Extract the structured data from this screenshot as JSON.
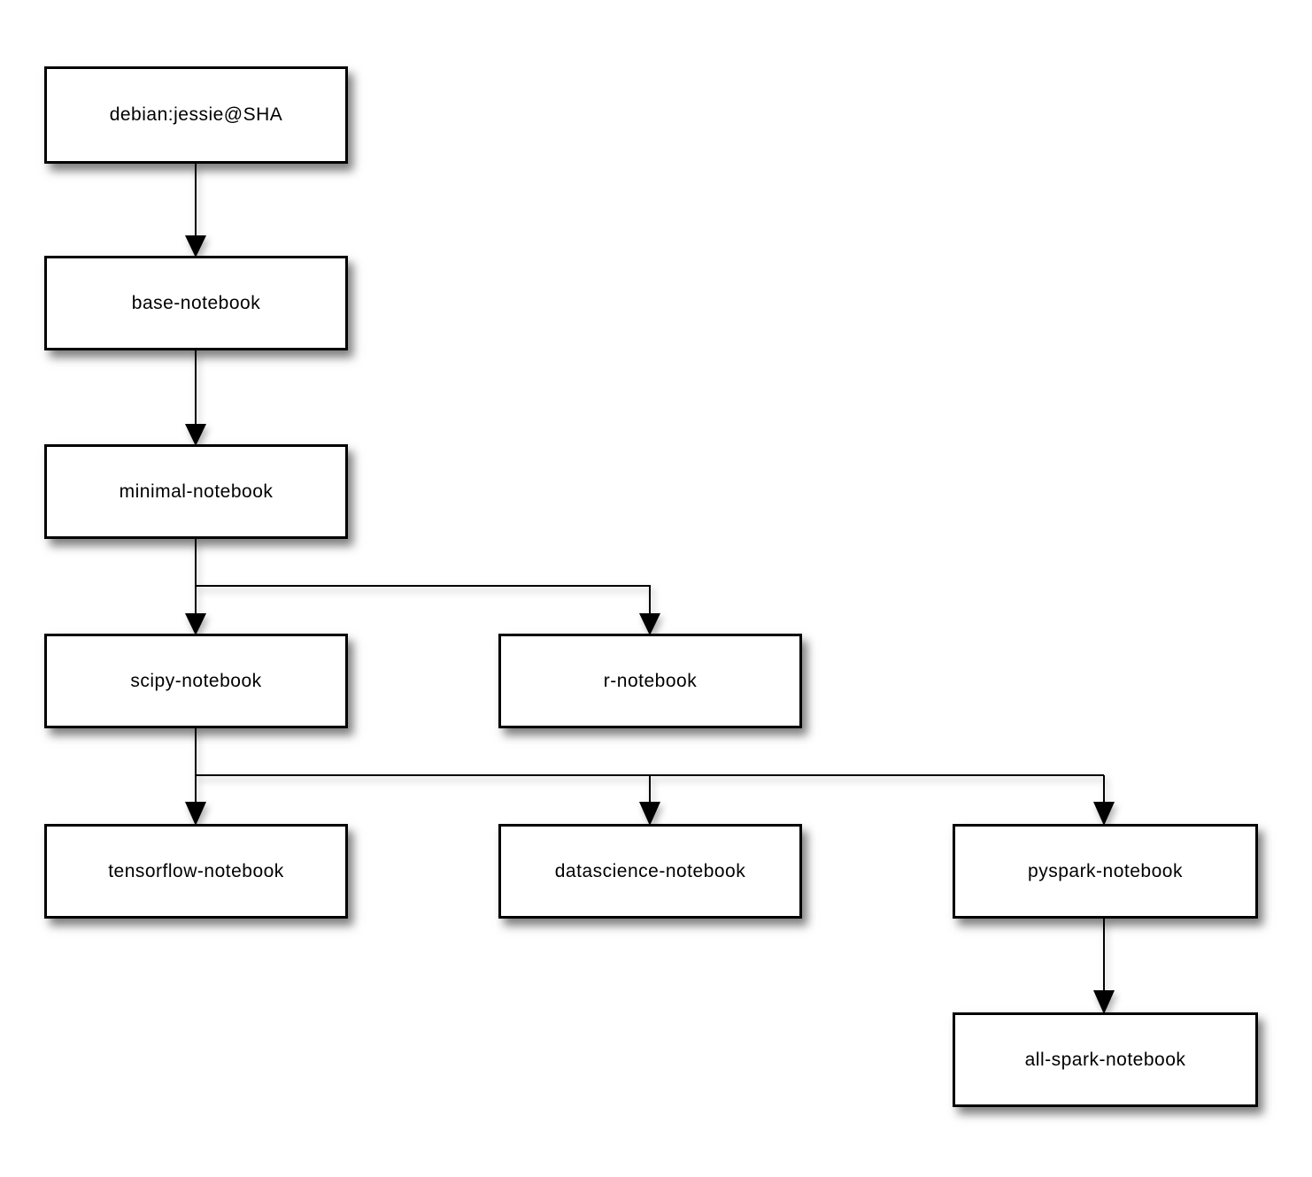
{
  "diagram": {
    "type": "flowchart",
    "description": "Docker image inheritance tree for Jupyter notebook stacks",
    "colors": {
      "background": "#ffffff",
      "node_fill": "#ffffff",
      "node_border": "#000000",
      "connector": "#000000",
      "text": "#000000"
    },
    "nodes": [
      {
        "id": "debian-jessie",
        "label": "debian:jessie@SHA"
      },
      {
        "id": "base-notebook",
        "label": "base-notebook"
      },
      {
        "id": "minimal-notebook",
        "label": "minimal-notebook"
      },
      {
        "id": "scipy-notebook",
        "label": "scipy-notebook"
      },
      {
        "id": "r-notebook",
        "label": "r-notebook"
      },
      {
        "id": "tensorflow-notebook",
        "label": "tensorflow-notebook"
      },
      {
        "id": "datascience-notebook",
        "label": "datascience-notebook"
      },
      {
        "id": "pyspark-notebook",
        "label": "pyspark-notebook"
      },
      {
        "id": "all-spark-notebook",
        "label": "all-spark-notebook"
      }
    ],
    "edges": [
      {
        "from": "debian-jessie",
        "to": "base-notebook"
      },
      {
        "from": "base-notebook",
        "to": "minimal-notebook"
      },
      {
        "from": "minimal-notebook",
        "to": "scipy-notebook"
      },
      {
        "from": "minimal-notebook",
        "to": "r-notebook"
      },
      {
        "from": "scipy-notebook",
        "to": "tensorflow-notebook"
      },
      {
        "from": "scipy-notebook",
        "to": "datascience-notebook"
      },
      {
        "from": "scipy-notebook",
        "to": "pyspark-notebook"
      },
      {
        "from": "pyspark-notebook",
        "to": "all-spark-notebook"
      }
    ]
  }
}
